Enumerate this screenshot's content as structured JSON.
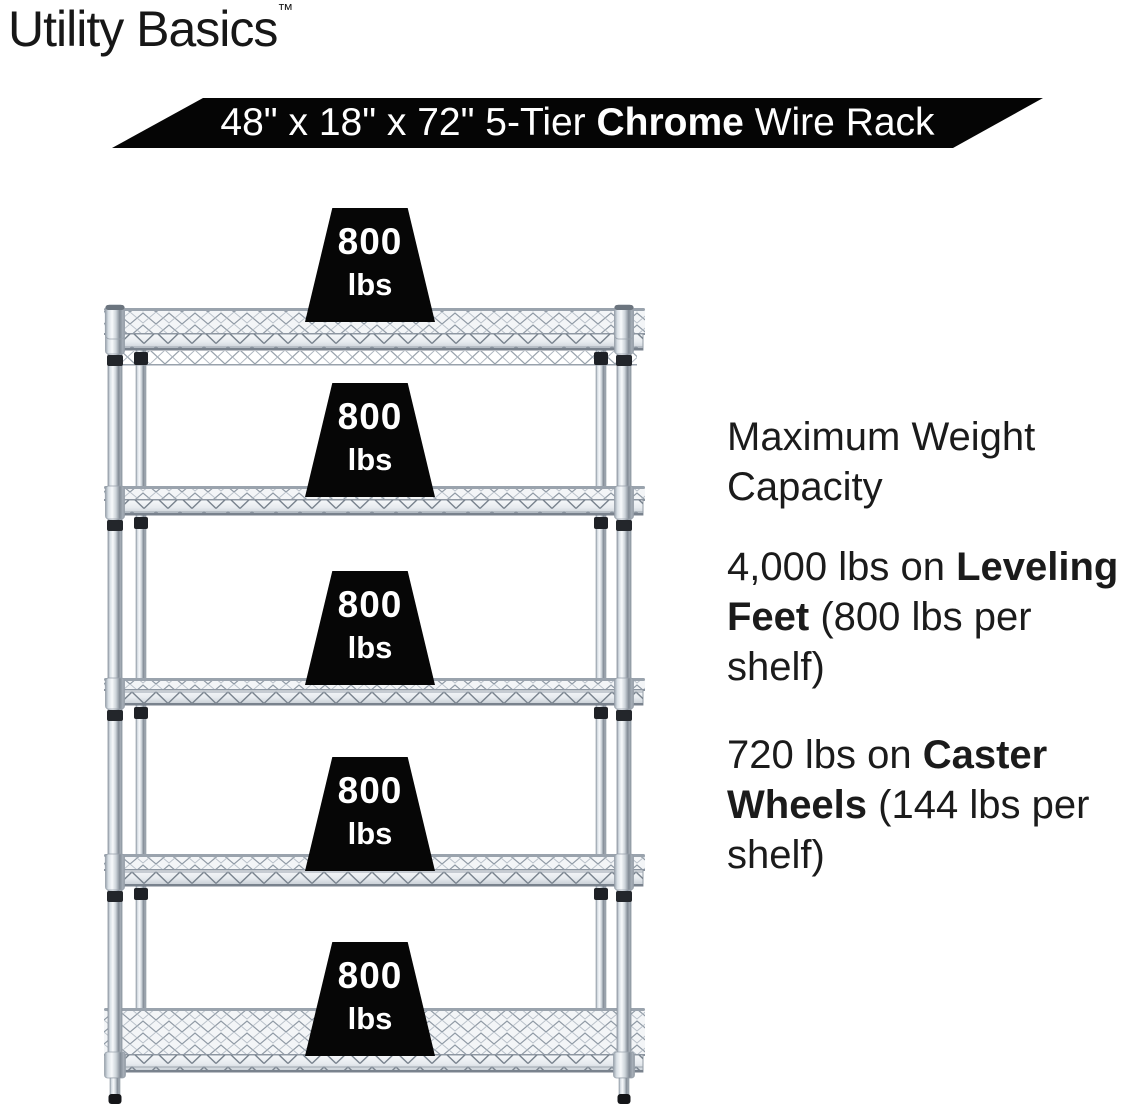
{
  "brand": {
    "name": "Utility Basics",
    "trademark": "™"
  },
  "banner": {
    "pre": "48\" x 18\" x 72\" 5-Tier ",
    "highlight": "Chrome",
    "post": " Wire Rack"
  },
  "weights": [
    {
      "value": "800",
      "unit": "lbs"
    },
    {
      "value": "800",
      "unit": "lbs"
    },
    {
      "value": "800",
      "unit": "lbs"
    },
    {
      "value": "800",
      "unit": "lbs"
    },
    {
      "value": "800",
      "unit": "lbs"
    }
  ],
  "details": {
    "heading": "Maximum Weight Capacity",
    "leveling": {
      "pre": "4,000 lbs on ",
      "bold": "Leveling Feet",
      "post": " (800 lbs per shelf)"
    },
    "caster": {
      "pre": "720 lbs on ",
      "bold": "Caster Wheels",
      "post": " (144 lbs per shelf)"
    }
  },
  "colors": {
    "banner_bg": "#000000",
    "banner_text": "#ffffff",
    "badge_bg": "#000000",
    "badge_text": "#ffffff",
    "body_text": "#1b1b1b",
    "chrome_light": "#f7f9fb",
    "chrome_mid": "#cdd4da",
    "chrome_dark": "#828b95"
  }
}
